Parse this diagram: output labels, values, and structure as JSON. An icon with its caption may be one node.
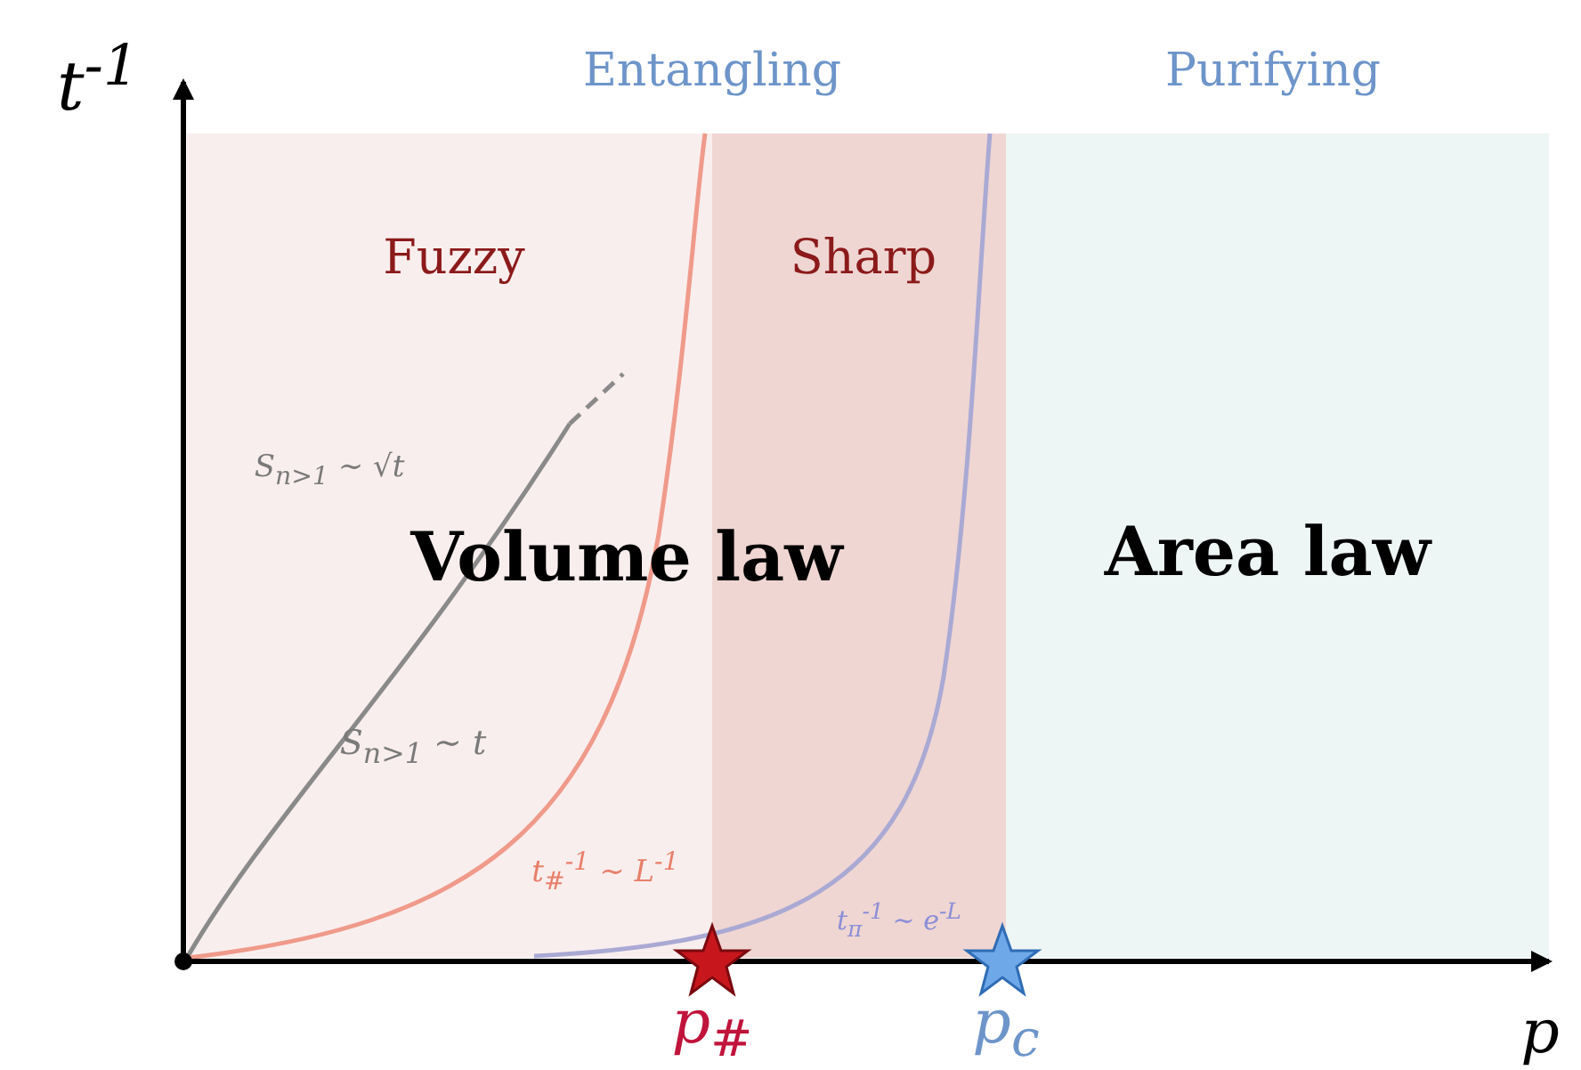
{
  "diagram": {
    "labels": [
      "t$^{-1}$",
      "Entangling",
      "Purifying",
      "Fuzzy",
      "Sharp",
      "S$_{n>1}$ ∼ √t",
      "Volume law",
      "Area law",
      "S$_{n>1}$ ∼ t",
      "t$_{#}$$^{-1}$ ∼ L$^{-1}$",
      "t$_{π}$$^{-1}$ ∼ e$^{-L}$",
      "p$_{#}$",
      "p$_{c}$",
      "p"
    ]
  }
}
